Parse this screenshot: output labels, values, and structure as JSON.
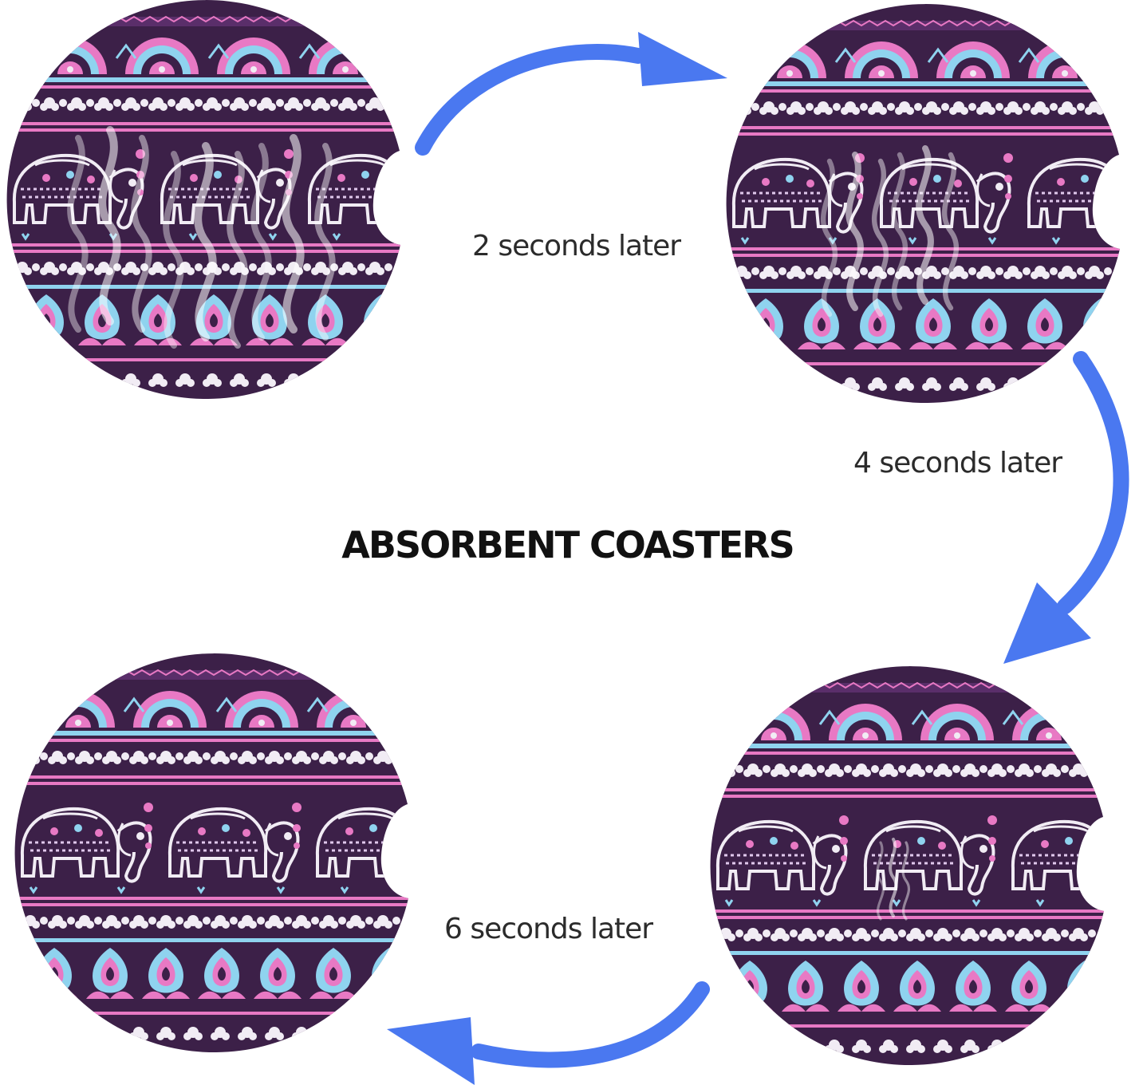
{
  "title": "ABSORBENT COASTERS",
  "steps": [
    {
      "label": "2 seconds later"
    },
    {
      "label": "4 seconds later"
    },
    {
      "label": "6 seconds later"
    }
  ],
  "colors": {
    "background": "#ffffff",
    "arrow": "#4a78f0",
    "coaster_base": "#3c2048",
    "pattern_pink": "#e879c4",
    "pattern_cyan": "#8fd3ef",
    "pattern_white": "#f1ecf4"
  },
  "icons": [
    "curved-arrow-icon",
    "elephant-icon",
    "steam-icon"
  ]
}
